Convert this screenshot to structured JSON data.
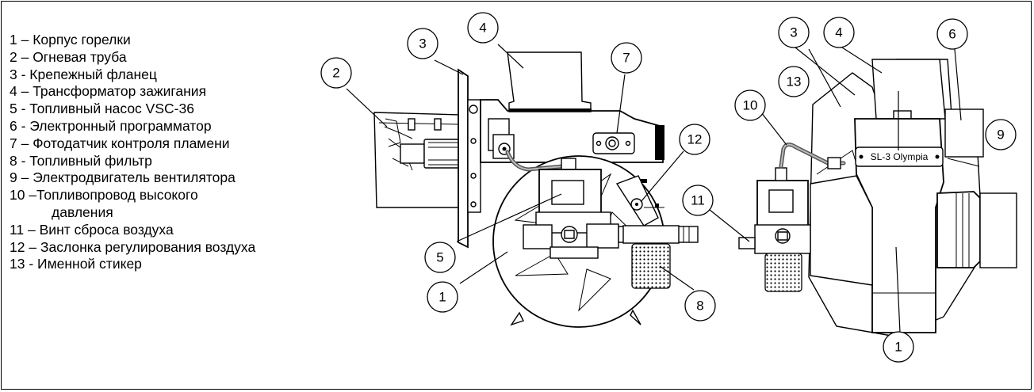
{
  "legend": [
    "1 – Корпус горелки",
    "2 – Огневая труба",
    "3 -  Крепежный фланец",
    "4 – Трансформатор зажигания",
    "5 -  Топливный насос VSC-36",
    "6 -  Электронный программатор",
    "7 – Фотодатчик контроля пламени",
    "8 -  Топливный фильтр",
    "9 – Электродвигатель вентилятора",
    "10 –Топливопровод высокого",
    "давления",
    "11 – Винт сброса воздуха",
    "12 – Заслонка регулирования воздуха",
    "13 - Именной стикер"
  ],
  "callouts": {
    "left": [
      "1",
      "2",
      "3",
      "4",
      "5",
      "7",
      "8",
      "12"
    ],
    "right": [
      "1",
      "3",
      "4",
      "6",
      "9",
      "10",
      "11",
      "13"
    ]
  },
  "sticker": {
    "text": "SL-3 Olympia"
  }
}
